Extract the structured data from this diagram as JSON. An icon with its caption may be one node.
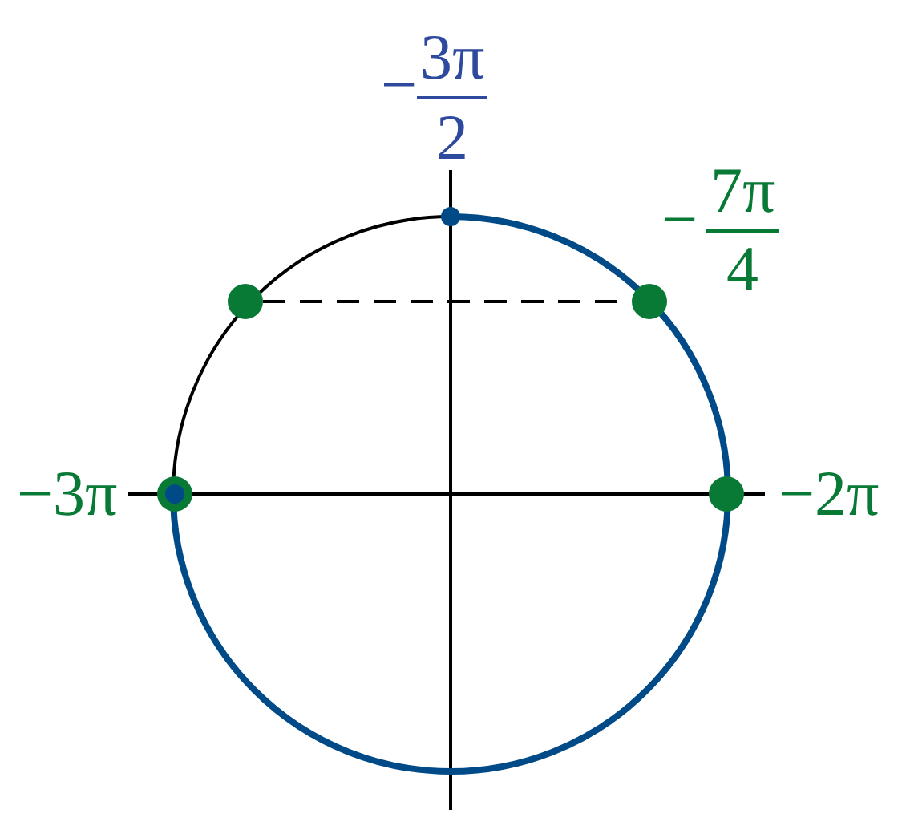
{
  "diagram": {
    "nodes": [
      {
        "text": [],
        "shape": "circle"
      },
      {
        "text": [],
        "shape": "circle"
      }
    ],
    "edges": [
      {
        "from": 0,
        "to": 1,
        "arrow": "none",
        "style": "dashed"
      }
    ],
    "labels": [
      "−",
      "3π",
      "2",
      "−",
      "7π",
      "4",
      "−3π",
      "−2π"
    ]
  }
}
